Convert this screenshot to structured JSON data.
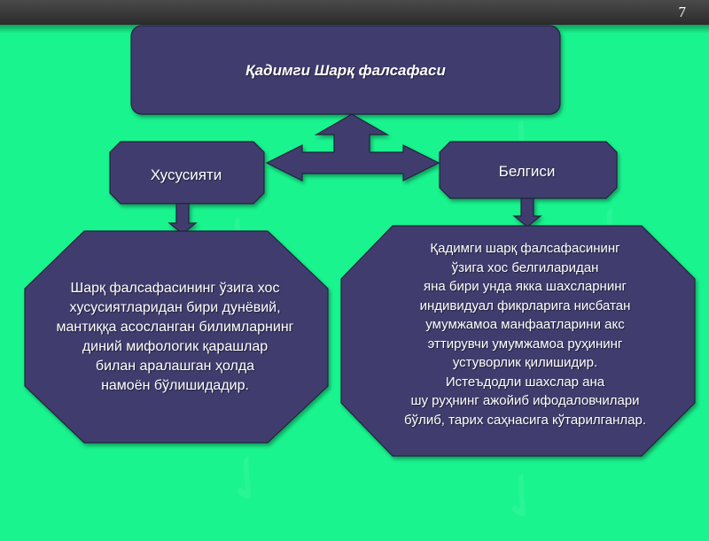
{
  "slide": {
    "page_number": "7"
  },
  "diagram": {
    "title": "Қадимги Шарқ фалсафаси",
    "left_label": "Хусусияти",
    "right_label": "Белгиси",
    "left_body": [
      "Шарқ фалсафасининг ўзига хос",
      "хусусиятларидан бири дунёвий,",
      "мантиққа асосланган билимларнинг",
      "диний мифологик қарашлар",
      "билан аралашган ҳолда",
      "намоён бўлишидадир."
    ],
    "right_body": [
      "Қадимги шарқ фалсафасининг",
      "ўзига хос белгиларидан",
      "яна бири унда якка шахсларнинг",
      "индивидуал фикрларига нисбатан",
      "умумжамоа манфаатларини акс",
      "эттирувчи умумжамоа руҳининг",
      "устуворлик қилишидир.",
      "Истеъдодли шахслар ана",
      "шу руҳнинг ажойиб ифодаловчилари",
      "бўлиб, тарих саҳнасига кўтарилганлар."
    ]
  },
  "colors": {
    "background": "#19f48f",
    "shape_fill": "#3f3d6e",
    "shape_stroke": "#22213c"
  }
}
